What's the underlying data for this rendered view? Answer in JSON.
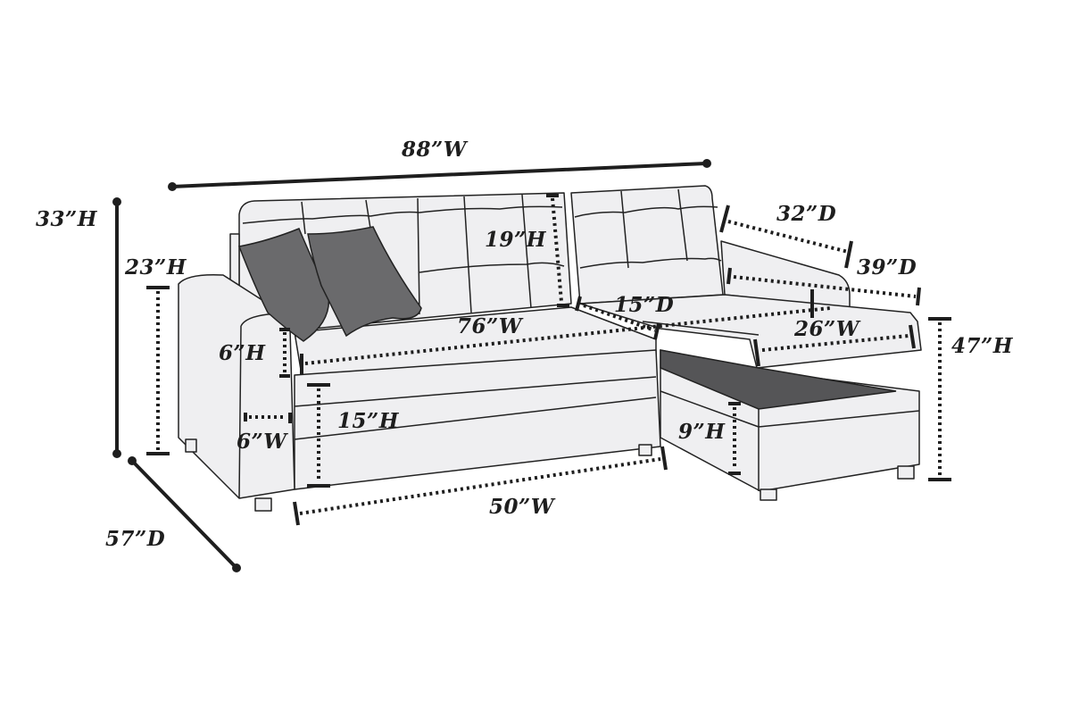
{
  "title": "Sectional sofa dimensions diagram",
  "colors": {
    "outline": "#222222",
    "upholstery": "#efeff1",
    "pillow": "#6a6a6c",
    "storage_interior": "#555557",
    "dimension_lines": "#1e1e1e"
  },
  "dimensions": {
    "overall_width": "88”W",
    "overall_height": "33”H",
    "arm_height": "23”H",
    "back_height": "19”H",
    "chaise_back_depth": "32”D",
    "chaise_depth": "39”D",
    "seat_depth": "15”D",
    "seat_width": "76”W",
    "chaise_width": "26”W",
    "chaise_lid_height": "47”H",
    "arm_above_seat": "6”H",
    "arm_width": "6”W",
    "seat_height": "15”H",
    "storage_depth": "9”H",
    "base_width": "50”W",
    "overall_depth": "57”D"
  }
}
